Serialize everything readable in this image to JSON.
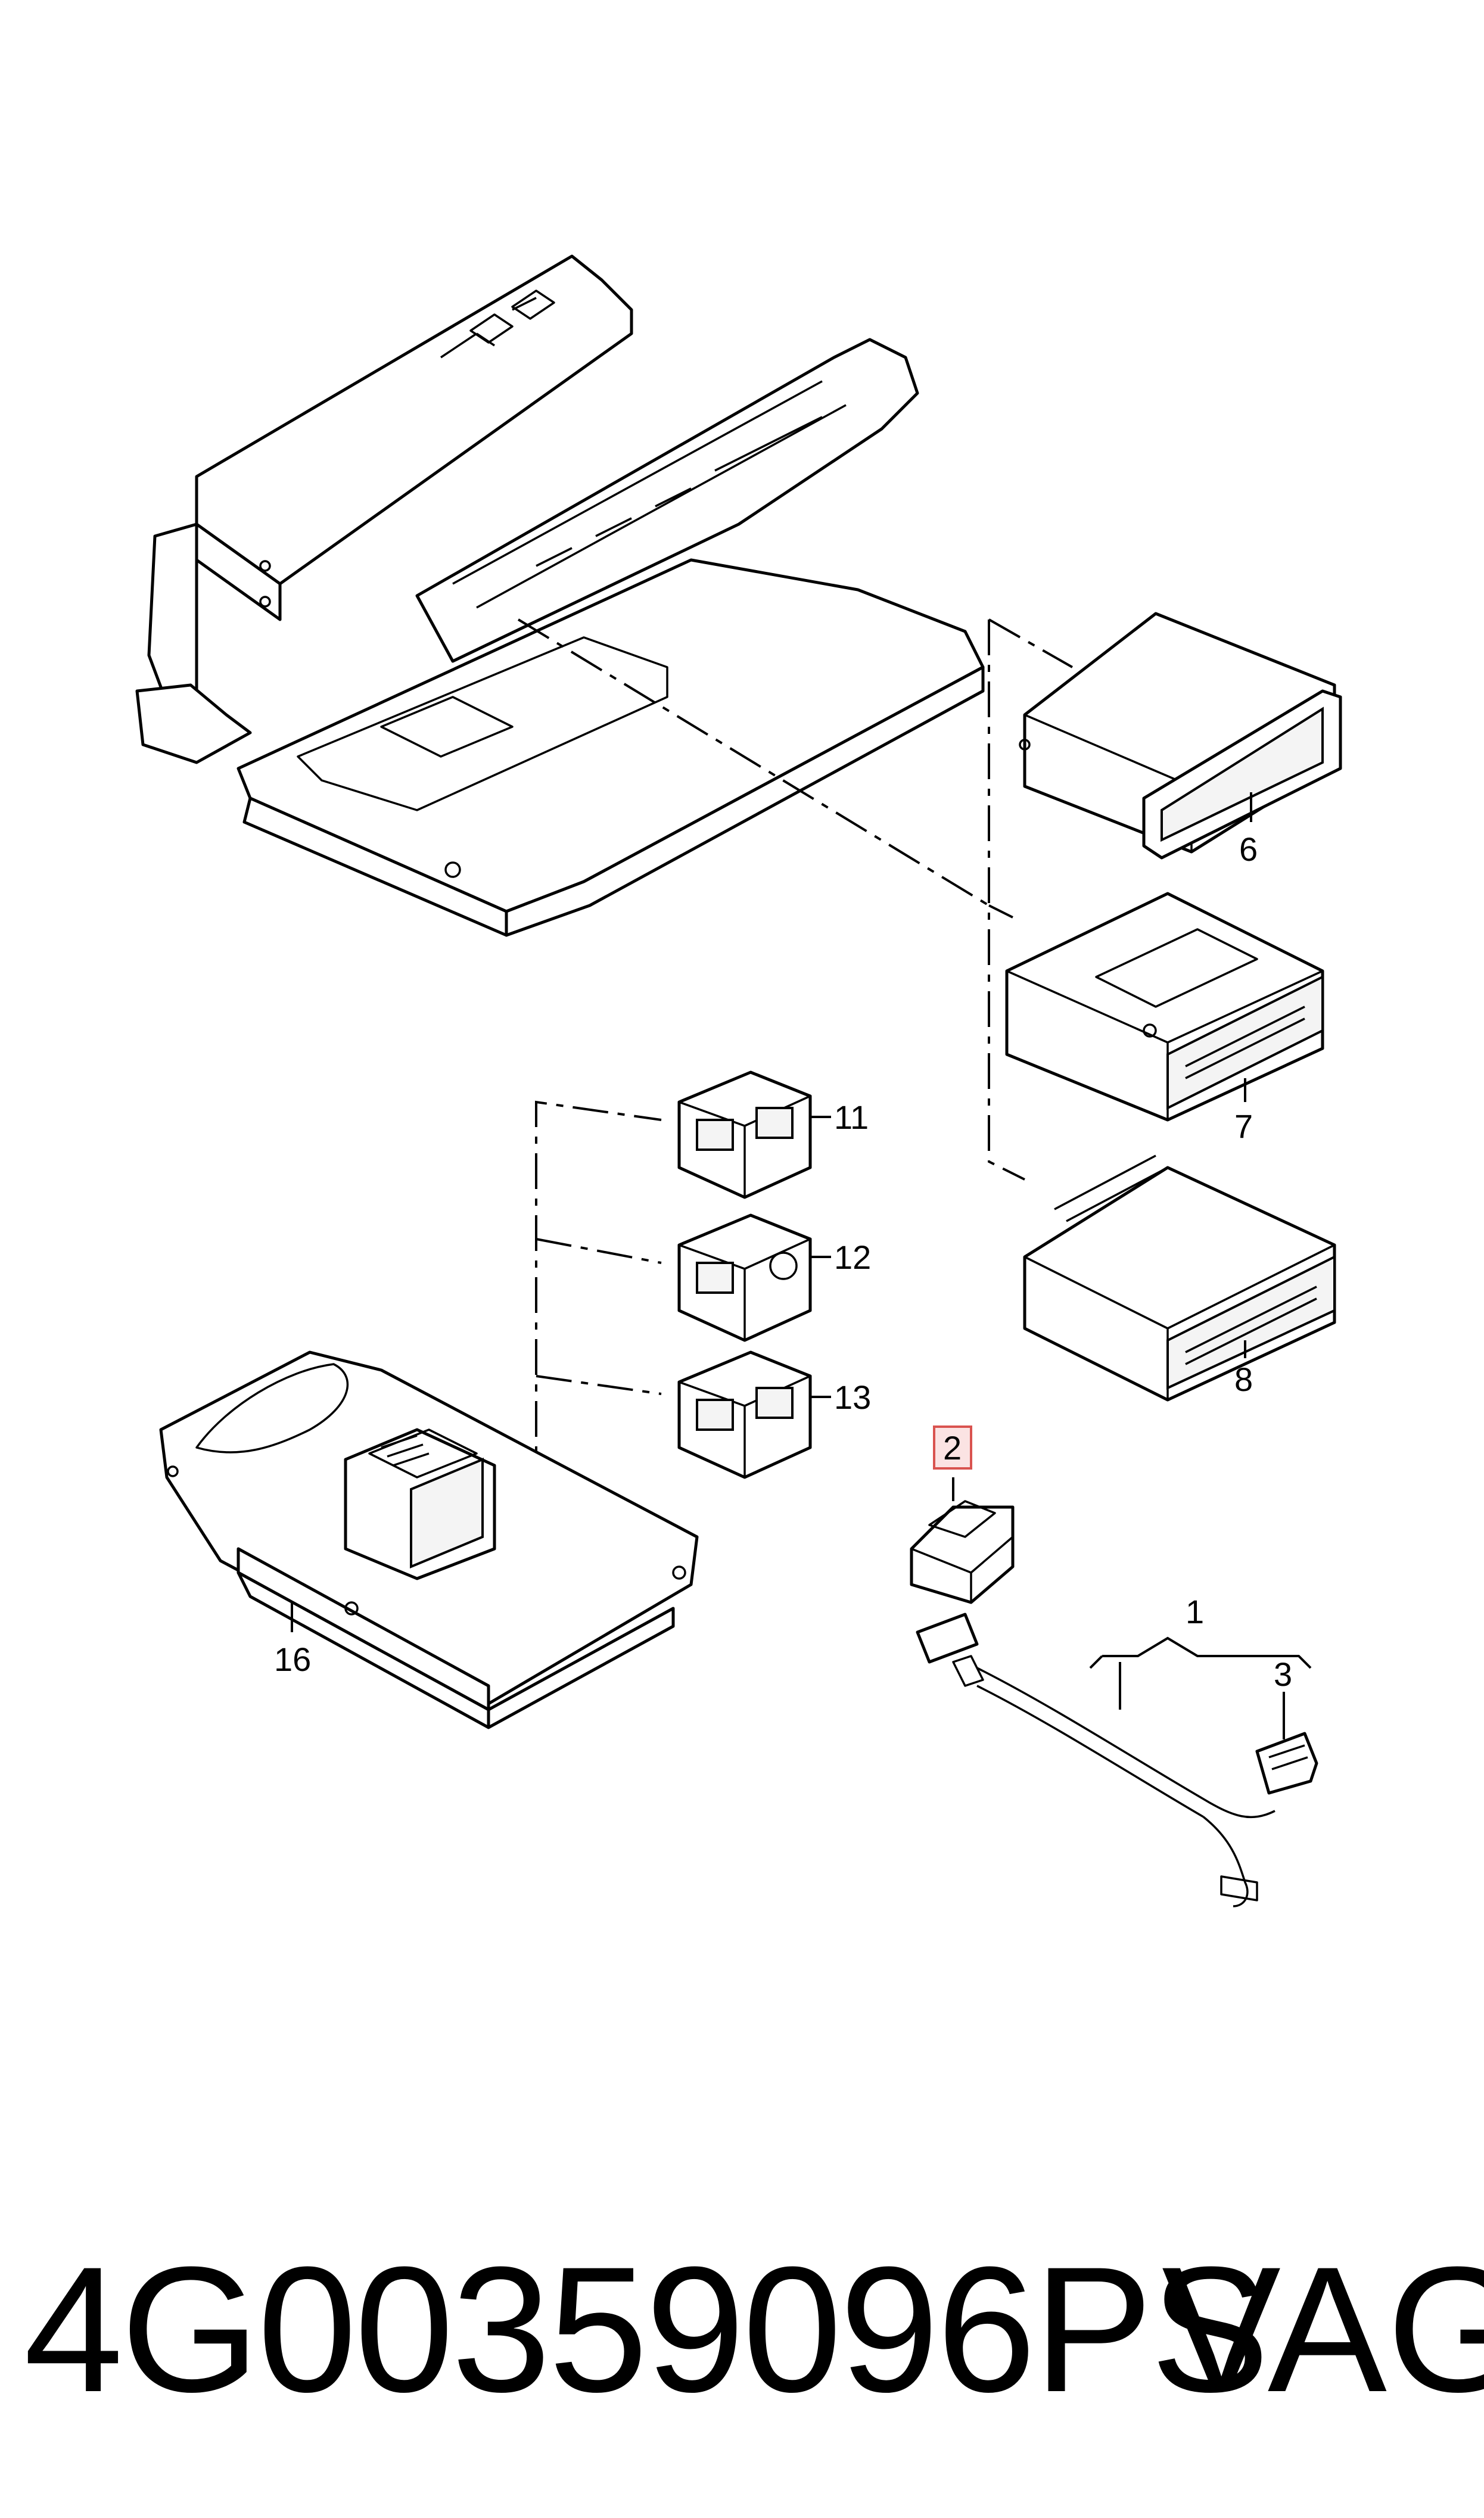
{
  "diagram": {
    "callouts": {
      "c1": "1",
      "c2": "2",
      "c3": "3",
      "c6": "6",
      "c7": "7",
      "c8": "8",
      "c11": "11",
      "c12": "12",
      "c13": "13",
      "c16": "16"
    },
    "highlighted_callout": "2",
    "highlight_color": "#d9534f"
  },
  "footer": {
    "part_number": "4G00359096PS",
    "brand": "VAG"
  }
}
